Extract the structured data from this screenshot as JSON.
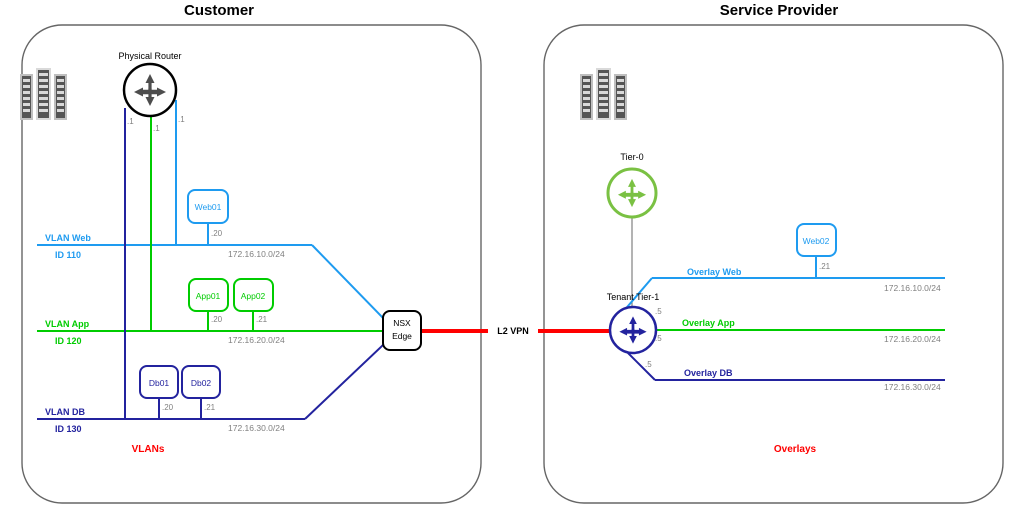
{
  "titles": {
    "left": "Customer",
    "right": "Service Provider"
  },
  "left_zone": {
    "datacenter_icon": "server-rack-icon",
    "router": {
      "label": "Physical Router",
      "icon": "router-icon",
      "interfaces": [
        {
          "ip": ".1",
          "network": "VLAN DB"
        },
        {
          "ip": ".1",
          "network": "VLAN App"
        },
        {
          "ip": ".1",
          "network": "VLAN Web"
        }
      ]
    },
    "vms": [
      {
        "name": "Web01",
        "ip": ".20",
        "color": "#1e9bf0"
      },
      {
        "name": "App01",
        "ip": ".20",
        "color": "#00cc00"
      },
      {
        "name": "App02",
        "ip": ".21",
        "color": "#00cc00"
      },
      {
        "name": "Db01",
        "ip": ".20",
        "color": "#23239e"
      },
      {
        "name": "Db02",
        "ip": ".21",
        "color": "#23239e"
      }
    ],
    "segments": [
      {
        "name": "VLAN Web",
        "id": "ID 110",
        "subnet": "172.16.10.0/24",
        "color": "#1e9bf0"
      },
      {
        "name": "VLAN App",
        "id": "ID 120",
        "subnet": "172.16.20.0/24",
        "color": "#00cc00"
      },
      {
        "name": "VLAN DB",
        "id": "ID 130",
        "subnet": "172.16.30.0/24",
        "color": "#23239e"
      }
    ],
    "edge": {
      "line1": "NSX",
      "line2": "Edge"
    },
    "footer": "VLANs"
  },
  "link": {
    "label": "L2 VPN",
    "color": "#ff0000"
  },
  "right_zone": {
    "datacenter_icon": "server-rack-icon",
    "tier0": {
      "label": "Tier-0",
      "icon": "router-icon"
    },
    "tier1": {
      "label": "Tenant Tier-1",
      "icon": "router-icon"
    },
    "vms": [
      {
        "name": "Web02",
        "ip": ".21",
        "color": "#1e9bf0"
      }
    ],
    "segments": [
      {
        "name": "Overlay Web",
        "ip": ".5",
        "subnet": "172.16.10.0/24",
        "color": "#1e9bf0"
      },
      {
        "name": "Overlay App",
        "ip": ".5",
        "subnet": "172.16.20.0/24",
        "color": "#00cc00"
      },
      {
        "name": "Overlay DB",
        "ip": ".5",
        "subnet": "172.16.30.0/24",
        "color": "#23239e"
      }
    ],
    "footer": "Overlays"
  },
  "colors": {
    "web": "#1e9bf0",
    "app": "#00cc00",
    "db": "#23239e",
    "vpn": "#ff0000",
    "container_border": "#666666",
    "gray_text": "#808080",
    "tier0": "#7ac143"
  }
}
